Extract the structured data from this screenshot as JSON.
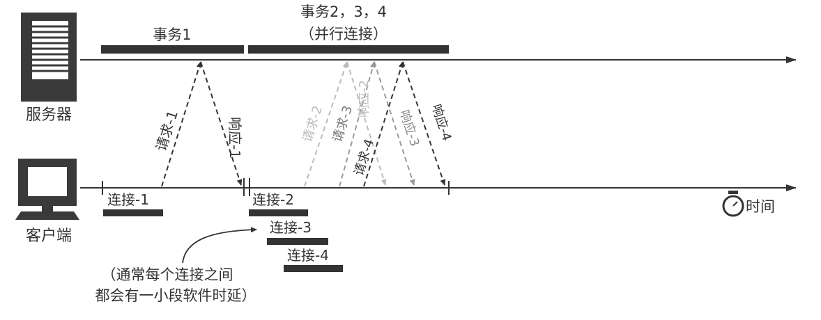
{
  "server": {
    "label": "服务器"
  },
  "client": {
    "label": "客户端"
  },
  "transactions": {
    "first": "事务1",
    "parallel_line1": "事务2，3，4",
    "parallel_line2": "（并行连接）"
  },
  "messages": {
    "request_1": "请求-1",
    "response_1": "响应-1",
    "request_2": "请求-2",
    "request_3": "请求-3",
    "request_4": "请求-4",
    "response_2": "响应-2",
    "response_3": "响应-3",
    "response_4": "响应-4"
  },
  "connections": [
    "连接-1",
    "连接-2",
    "连接-3",
    "连接-4"
  ],
  "time": {
    "label": "时间",
    "icon": "stopwatch-icon"
  },
  "note": {
    "line1": "（通常每个连接之间",
    "line2": "都会有一小段软件时延）"
  },
  "colors": {
    "ink": "#333333",
    "faded": "#bbbbbb",
    "medium": "#888888"
  }
}
